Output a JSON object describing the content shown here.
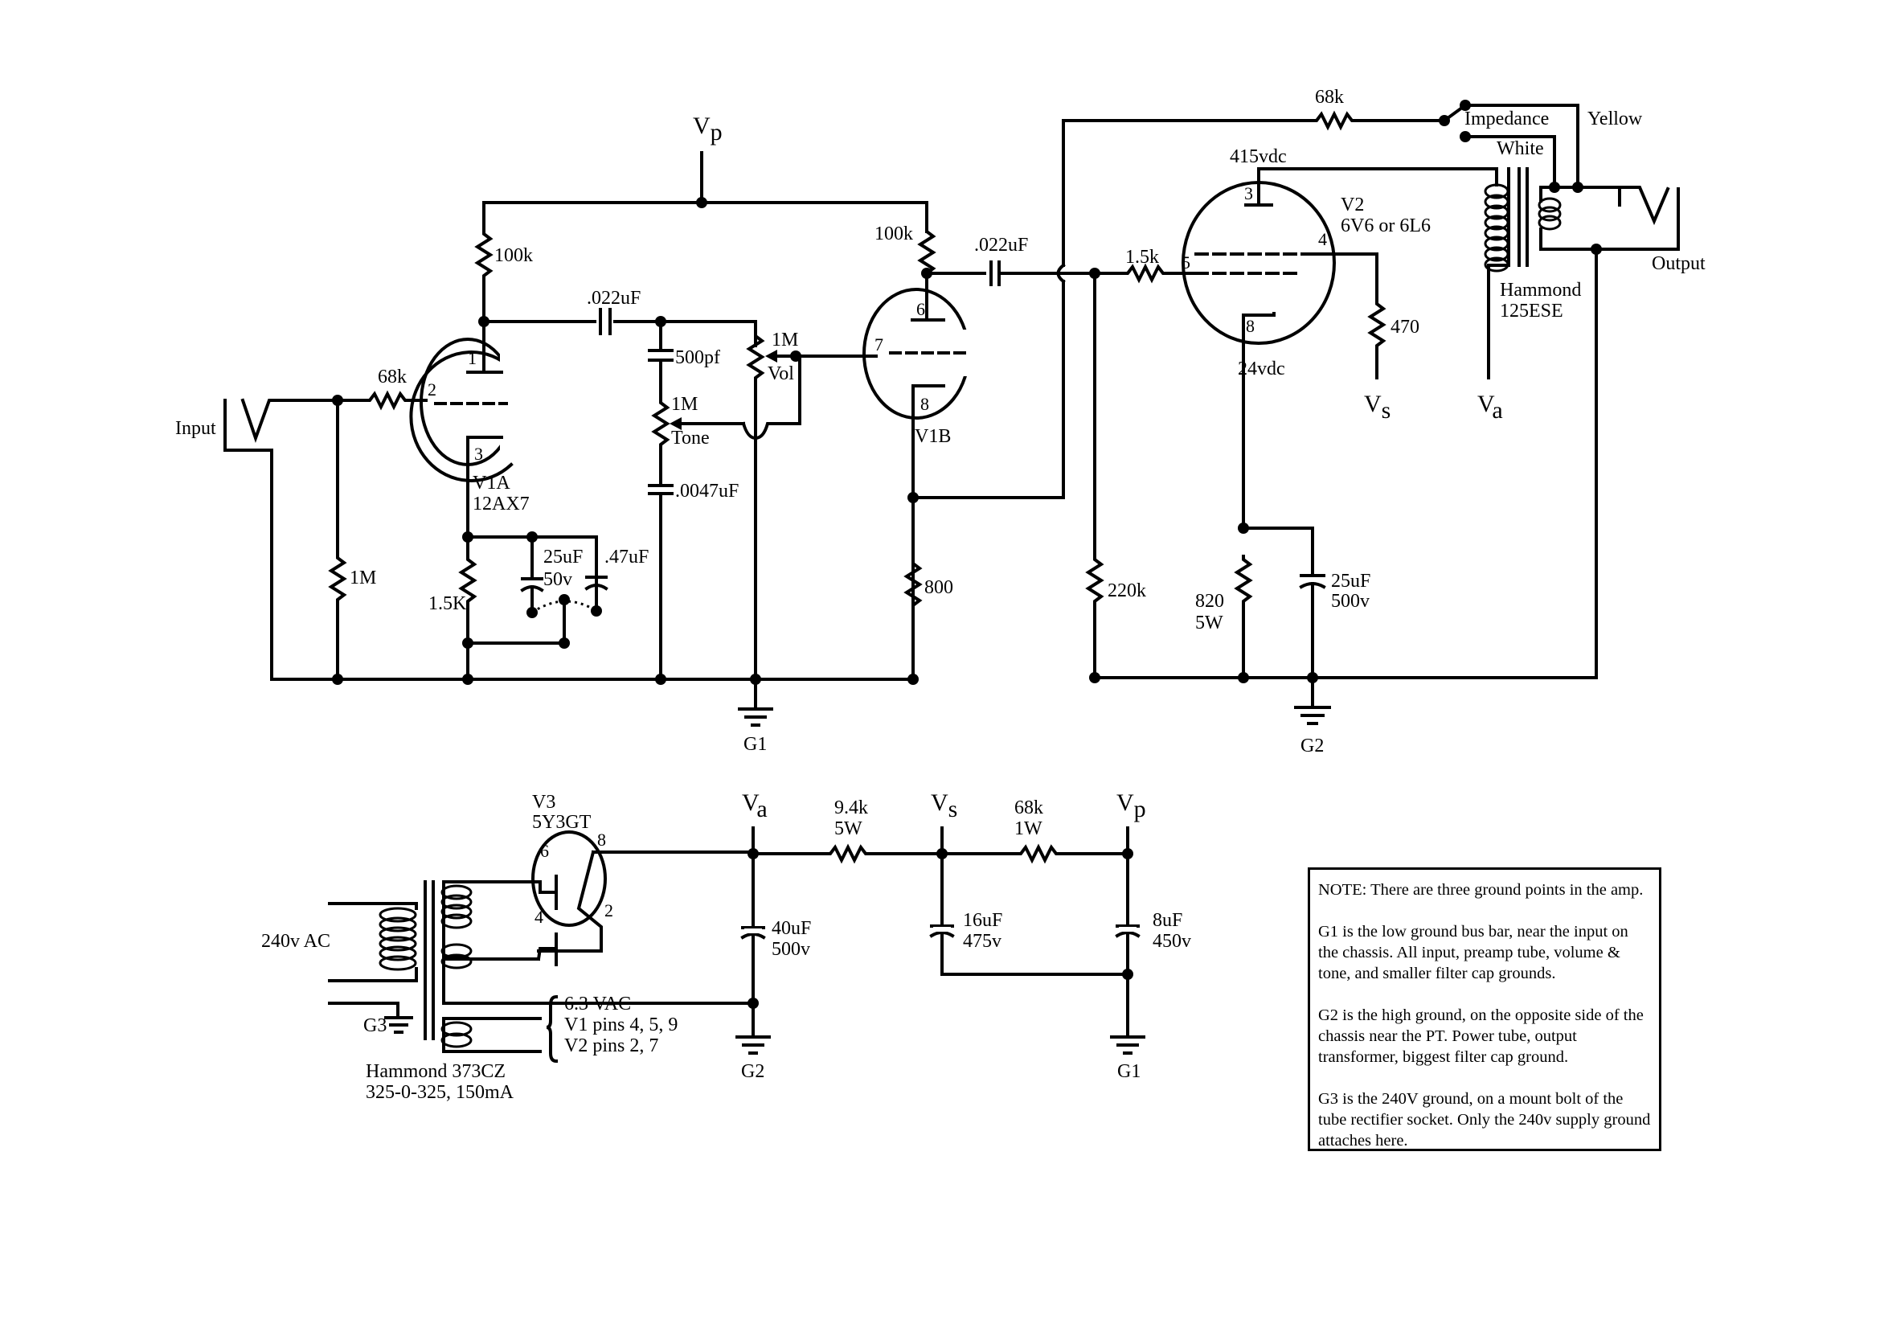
{
  "rails": {
    "vp": "V",
    "vp_sub": "p",
    "va": "V",
    "va_sub": "a",
    "vs": "V",
    "vs_sub": "s"
  },
  "preamp": {
    "input_label": "Input",
    "input_resistor": "68k",
    "grid_leak": "1M",
    "v1a_plate_load": "100k",
    "coupling_cap_1": ".022uF",
    "v1a_label": "V1A",
    "v1a_type": "12AX7",
    "v1a_pins": {
      "plate": "1",
      "grid": "2",
      "cathode": "3"
    },
    "cathode_resistor": "1.5K",
    "bypass_cap_1": "25uF",
    "bypass_cap_1_voltage": "50v",
    "bypass_cap_2": ".47uF",
    "tone_cap_top": "500pf",
    "tone_pot": "1M",
    "tone_label": "Tone",
    "tone_cap_bottom": ".0047uF",
    "vol_pot": "1M",
    "vol_label": "Vol",
    "v1b_plate_load": "100k",
    "coupling_cap_2": ".022uF",
    "v1b_label": "V1B",
    "v1b_pins": {
      "plate": "6",
      "grid": "7",
      "cathode": "8"
    },
    "v1b_cathode_resistor": "800",
    "ground_label": "G1"
  },
  "power_amp": {
    "feedback_resistor": "68k",
    "switch_label": "Impedance",
    "tap_yellow": "Yellow",
    "tap_white": "White",
    "plate_voltage": "415vdc",
    "v2_label": "V2",
    "v2_type": "6V6 or 6L6",
    "v2_pins": {
      "plate": "3",
      "screen": "4",
      "grid": "5",
      "cathode": "8"
    },
    "grid_stopper": "1.5k",
    "grid_resistor": "220k",
    "screen_resistor": "470",
    "cathode_voltage": "24vdc",
    "cathode_resistor": "820",
    "cathode_resistor_power": "5W",
    "cathode_cap": "25uF",
    "cathode_cap_voltage": "500v",
    "ot_brand": "Hammond",
    "ot_model": "125ESE",
    "output_label": "Output",
    "ground_label": "G2"
  },
  "power_supply": {
    "mains_label": "240v AC",
    "mains_ground_label": "G3",
    "pt_brand": "Hammond 373CZ",
    "pt_rating": "325-0-325, 150mA",
    "v3_label": "V3",
    "v3_type": "5Y3GT",
    "v3_pins": {
      "plate_a": "6",
      "plate_b": "4",
      "filament_a": "8",
      "filament_b": "2"
    },
    "heater_lines": [
      "6.3 VAC",
      "V1 pins 4, 5, 9",
      "V2 pins 2, 7"
    ],
    "filter_cap_1": "40uF",
    "filter_cap_1_voltage": "500v",
    "dropping_resistor_1": "9.4k",
    "dropping_resistor_1_power": "5W",
    "filter_cap_2": "16uF",
    "filter_cap_2_voltage": "475v",
    "dropping_resistor_2": "68k",
    "dropping_resistor_2_power": "1W",
    "filter_cap_3": "8uF",
    "filter_cap_3_voltage": "450v",
    "ground_label_a": "G2",
    "ground_label_b": "G1"
  },
  "note": {
    "paragraphs": [
      "NOTE: There are three ground points in the amp.",
      "G1 is the low ground bus bar, near the input on the chassis.  All input, preamp tube, volume & tone, and smaller filter cap  grounds.",
      "G2 is the high ground, on the opposite side of the chassis near the PT. Power tube, output transformer, biggest filter cap ground.",
      "G3 is the 240V ground, on a mount bolt of the tube rectifier socket.  Only the 240v supply ground attaches here."
    ]
  }
}
